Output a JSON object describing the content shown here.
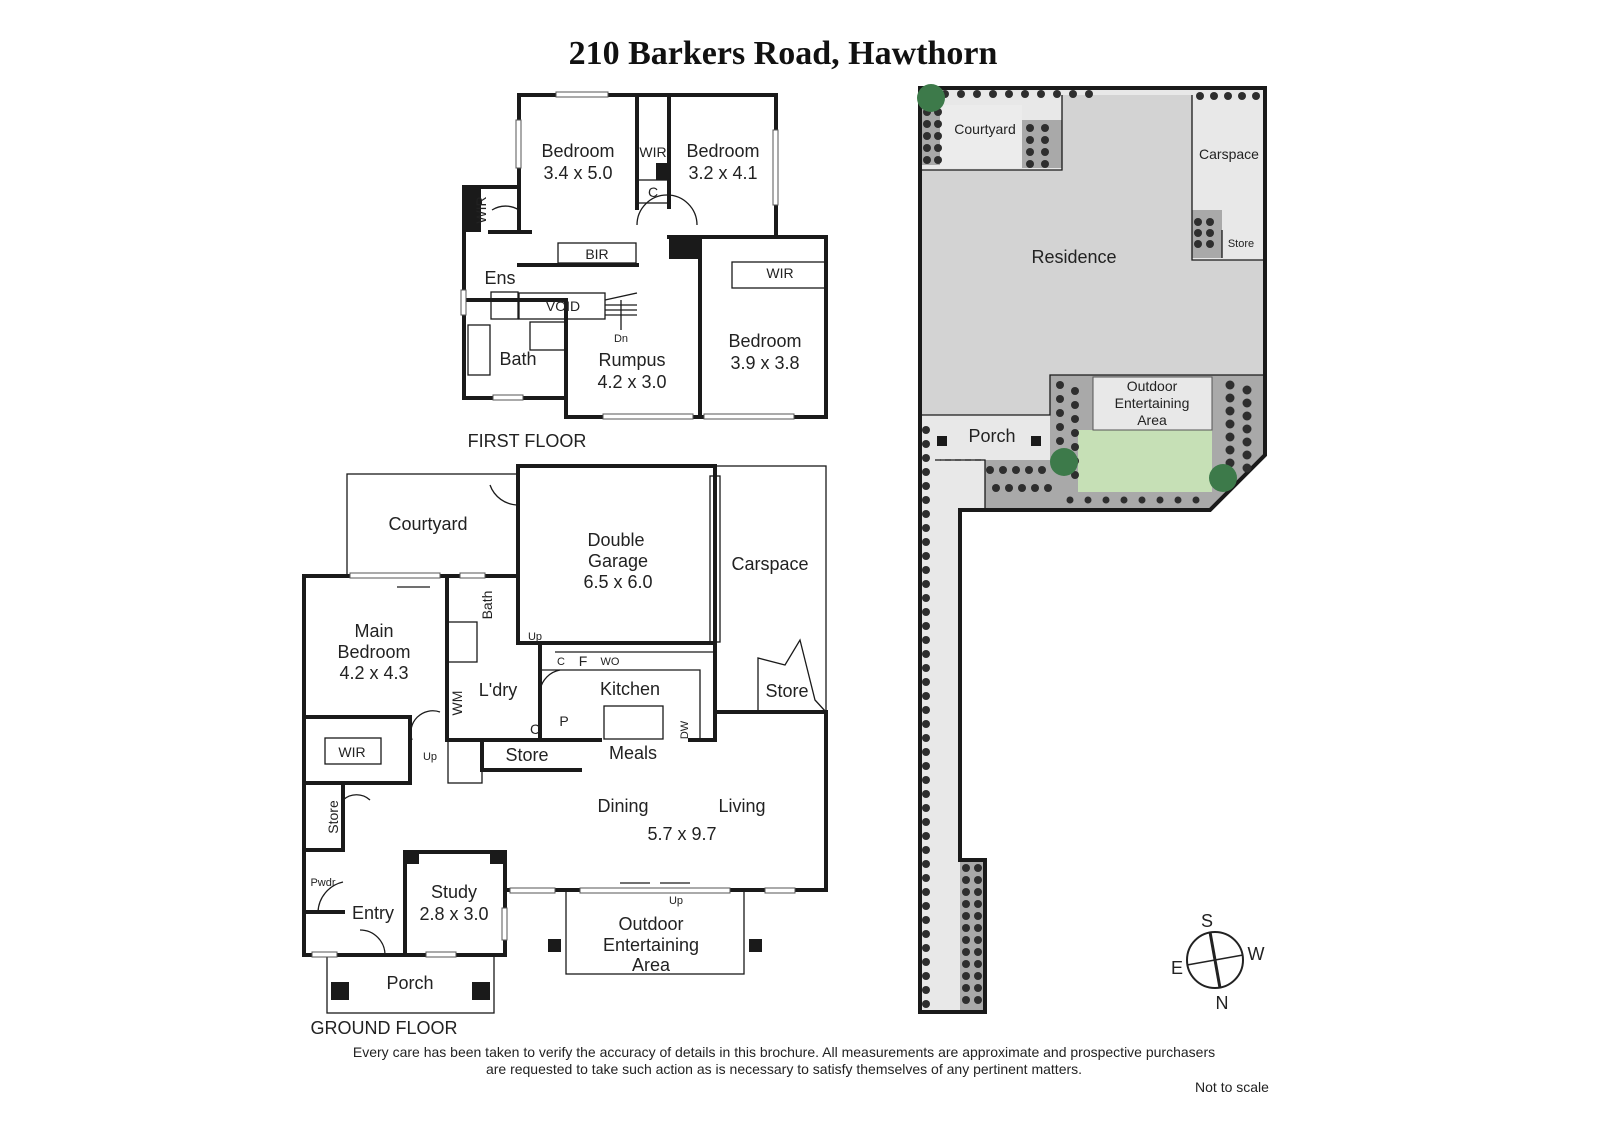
{
  "title": "210 Barkers Road, Hawthorn",
  "first_floor": {
    "label": "FIRST FLOOR",
    "rooms": {
      "bedroom1": {
        "name": "Bedroom",
        "size": "3.4 x 5.0"
      },
      "bedroom2": {
        "name": "Bedroom",
        "size": "3.2 x 4.1"
      },
      "bedroom3": {
        "name": "Bedroom",
        "size": "3.9 x 3.8"
      },
      "rumpus": {
        "name": "Rumpus",
        "size": "4.2 x 3.0"
      },
      "wir_left": "WIR",
      "wir_mid": "WIR",
      "wir_right": "WIR",
      "c": "C",
      "bir": "BIR",
      "ens": "Ens",
      "void": "VOID",
      "bath": "Bath",
      "dn": "Dn"
    }
  },
  "ground_floor": {
    "label": "GROUND FLOOR",
    "rooms": {
      "courtyard": "Courtyard",
      "garage": {
        "line1": "Double",
        "line2": "Garage",
        "size": "6.5 x 6.0"
      },
      "carspace": "Carspace",
      "main_bedroom": {
        "line1": "Main",
        "line2": "Bedroom",
        "size": "4.2 x 4.3"
      },
      "bath": "Bath",
      "up_garage": "Up",
      "c_small": "C",
      "f": "F",
      "wo": "WO",
      "kitchen": "Kitchen",
      "store_carspace": "Store",
      "ldry": "L'dry",
      "wm": "WM",
      "c": "C",
      "p": "P",
      "dw": "DW",
      "meals": "Meals",
      "wir": "WIR",
      "up_stairs": "Up",
      "store": "Store",
      "dining": "Dining",
      "living": "Living",
      "living_size": "5.7 x 9.7",
      "store_side": "Store",
      "pwdr": "Pwdr",
      "entry": "Entry",
      "study": {
        "name": "Study",
        "size": "2.8 x 3.0"
      },
      "up_outdoor": "Up",
      "outdoor": {
        "line1": "Outdoor",
        "line2": "Entertaining",
        "line3": "Area"
      },
      "porch": "Porch"
    }
  },
  "site_plan": {
    "courtyard": "Courtyard",
    "carspace": "Carspace",
    "store": "Store",
    "residence": "Residence",
    "outdoor": {
      "line1": "Outdoor",
      "line2": "Entertaining",
      "line3": "Area"
    },
    "porch": "Porch",
    "colors": {
      "residence": "#d3d3d3",
      "lawn": "#c6e0b6",
      "paving": "#e8e8e8",
      "garden": "#a9a9a9",
      "shrub": "#2e2e2e",
      "tree": "#3d7a4a"
    }
  },
  "compass": {
    "s": "S",
    "w": "W",
    "n": "N",
    "e": "E"
  },
  "disclaimer": {
    "line1": "Every care has been taken to verify the accuracy of details in this brochure.  All measurements are approximate and prospective purchasers",
    "line2": "are requested to take such action as is necessary to satisfy themselves of any pertinent matters.",
    "not_to_scale": "Not to scale"
  }
}
